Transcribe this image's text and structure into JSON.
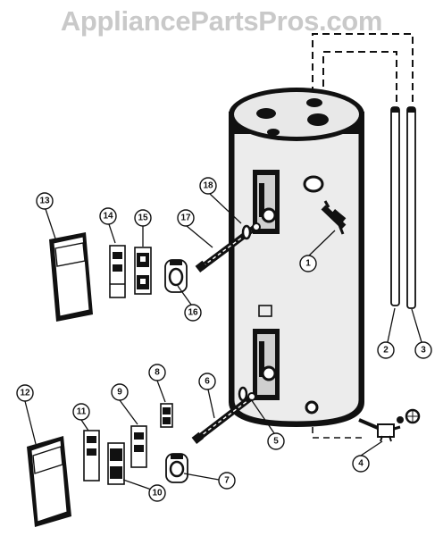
{
  "watermark": {
    "text": "AppliancePartsPros.com"
  },
  "callouts": [
    {
      "id": "1",
      "label": "1"
    },
    {
      "id": "2",
      "label": "2"
    },
    {
      "id": "3",
      "label": "3"
    },
    {
      "id": "4",
      "label": "4"
    },
    {
      "id": "5",
      "label": "5"
    },
    {
      "id": "6",
      "label": "6"
    },
    {
      "id": "7",
      "label": "7"
    },
    {
      "id": "8",
      "label": "8"
    },
    {
      "id": "9",
      "label": "9"
    },
    {
      "id": "10",
      "label": "10"
    },
    {
      "id": "11",
      "label": "11"
    },
    {
      "id": "12",
      "label": "12"
    },
    {
      "id": "13",
      "label": "13"
    },
    {
      "id": "14",
      "label": "14"
    },
    {
      "id": "15",
      "label": "15"
    },
    {
      "id": "16",
      "label": "16"
    },
    {
      "id": "17",
      "label": "17"
    },
    {
      "id": "18",
      "label": "18"
    }
  ],
  "colors": {
    "ink": "#111111",
    "watermark": "#c9c9c9",
    "background": "#ffffff"
  }
}
